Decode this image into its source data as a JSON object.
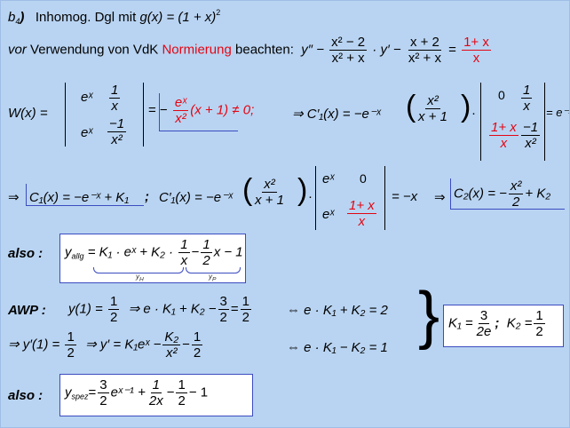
{
  "header": {
    "part_label": "b",
    "part_index": "4",
    "title": "Inhomog. Dgl mit",
    "g_expr": "g(x) = (1 + x)",
    "g_exp": "2"
  },
  "line1": {
    "prefix_italic": "vor",
    "text1": "Verwendung von VdK",
    "norm_word": "Normierung",
    "text2": "beachten:",
    "y2": "y″ −",
    "f1_num": "x² − 2",
    "f1_den": "x² + x",
    "mid": "· y′ −",
    "f2_num": "x + 2",
    "f2_den": "x² + x",
    "eq": "=",
    "f3_num": "1+ x",
    "f3_den": "x"
  },
  "wronski": {
    "lhs": "W(x) =",
    "m11": "eˣ",
    "m12_num": "1",
    "m12_den": "x",
    "m21": "eˣ",
    "m22_num": "−1",
    "m22_den": "x²",
    "res_prefix": "= −",
    "res_num": "eˣ",
    "res_den": "x²",
    "res_suffix": "(x + 1) ≠ 0;",
    "c1_lhs": "⇒ C′₁(x) = −e⁻ˣ",
    "c1_frac_num": "x²",
    "c1_frac_den": "x + 1",
    "det_11": "0",
    "det_12_num": "1",
    "det_12_den": "x",
    "det_21_num": "1+ x",
    "det_21_den": "x",
    "det_22_num": "−1",
    "det_22_den": "x²",
    "c1_result": "= e⁻ˣ"
  },
  "line3": {
    "arrow": "⇒",
    "c1_boxed": "C₁(x) = −e⁻ˣ + K₁",
    "semi": ";",
    "c2_lhs": "C′₁(x) = −e⁻ˣ",
    "frac_num": "x²",
    "frac_den": "x + 1",
    "d11": "eˣ",
    "d12": "0",
    "d21": "eˣ",
    "d22_num": "1+ x",
    "d22_den": "x",
    "mid": "= −x",
    "arrow2": "⇒",
    "c2_boxed_lhs": "C₂(x) = −",
    "c2_num": "x²",
    "c2_den": "2",
    "c2_rhs": "+ K₂"
  },
  "also1": {
    "label": "also :",
    "y_lhs": "y",
    "y_sub": "allg",
    "p1": "= K₁ · eˣ + K₂ ·",
    "f1_num": "1",
    "f1_den": "x",
    "minus": "−",
    "f2_num": "1",
    "f2_den": "2",
    "tail": "x − 1",
    "yh": "y",
    "yh_sub": "H",
    "yp": "y",
    "yp_sub": "P"
  },
  "awp": {
    "label": "AWP :",
    "l1a": "y(1) =",
    "l1a_num": "1",
    "l1a_den": "2",
    "l1b": "⇒ e · K₁ + K₂ −",
    "l1b_num": "3",
    "l1b_den": "2",
    "l1b_eq": "=",
    "l1c_num": "1",
    "l1c_den": "2",
    "l1d": "⇔ e · K₁ + K₂ = 2",
    "l2a": "⇒ y′(1) =",
    "l2a_num": "1",
    "l2a_den": "2",
    "l2b": "⇒ y′ = K₁eˣ −",
    "l2b_num": "K₂",
    "l2b_den": "x²",
    "l2b_minus": "−",
    "l2c_num": "1",
    "l2c_den": "2",
    "l2d": "⇔ e · K₁ − K₂ = 1",
    "res_k1": "K₁ =",
    "res_k1_num": "3",
    "res_k1_den": "2e",
    "res_sep": ";",
    "res_k2": "K₂ =",
    "res_k2_num": "1",
    "res_k2_den": "2"
  },
  "also2": {
    "label": "also :",
    "y_lhs": "y",
    "y_sub": "spez",
    "eq": "=",
    "f1_num": "3",
    "f1_den": "2",
    "exp_part": "eˣ⁻¹ +",
    "f2_num": "1",
    "f2_den": "2x",
    "minus1": "−",
    "f3_num": "1",
    "f3_den": "2",
    "tail": "− 1"
  }
}
